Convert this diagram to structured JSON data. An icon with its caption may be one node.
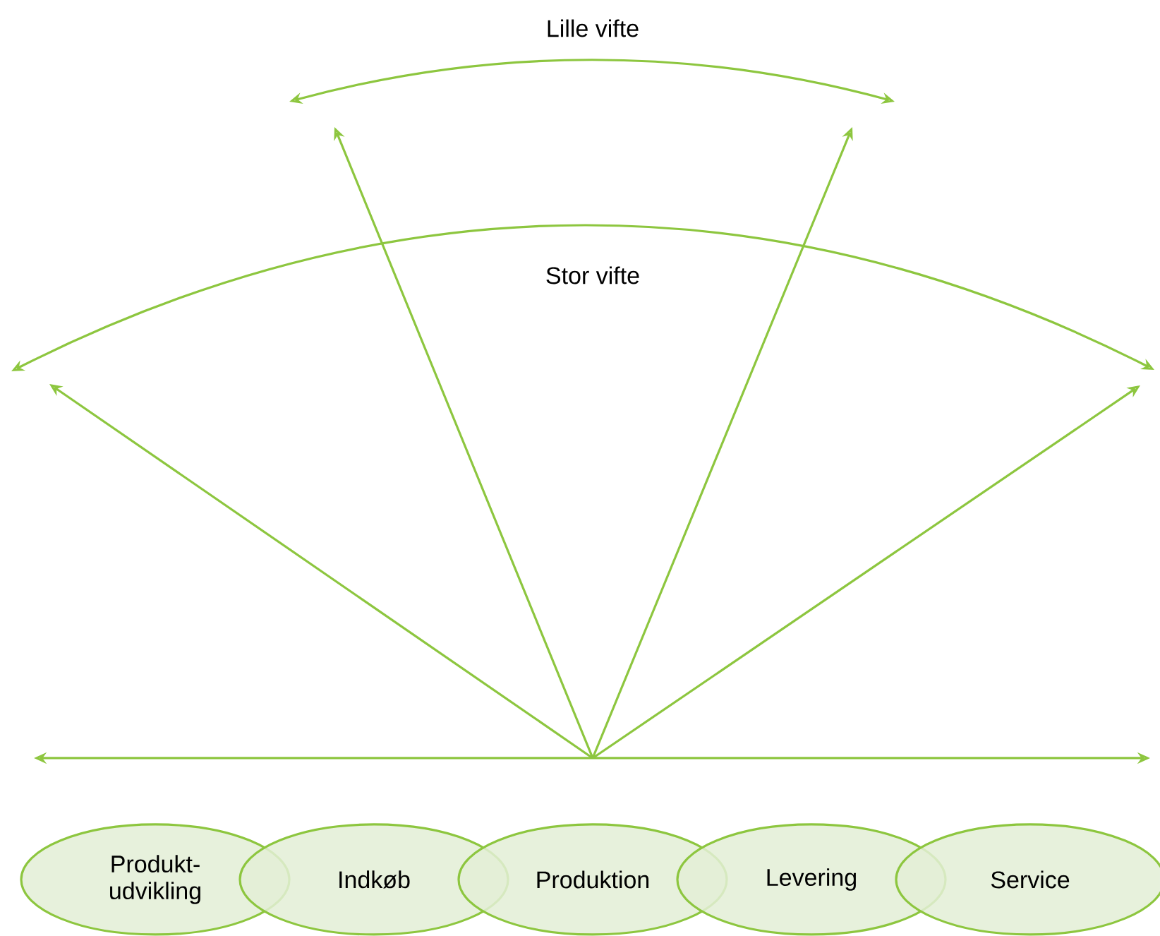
{
  "diagram": {
    "nodes": [
      {
        "text": [
          "Produkt- udvikling"
        ]
      },
      {
        "text": [
          "Indkøb"
        ]
      },
      {
        "text": [
          "Produktion"
        ]
      },
      {
        "text": [
          "Levering"
        ]
      },
      {
        "text": [
          "Service"
        ]
      }
    ],
    "labels": [
      "Lille vifte",
      "Stor vifte"
    ]
  }
}
